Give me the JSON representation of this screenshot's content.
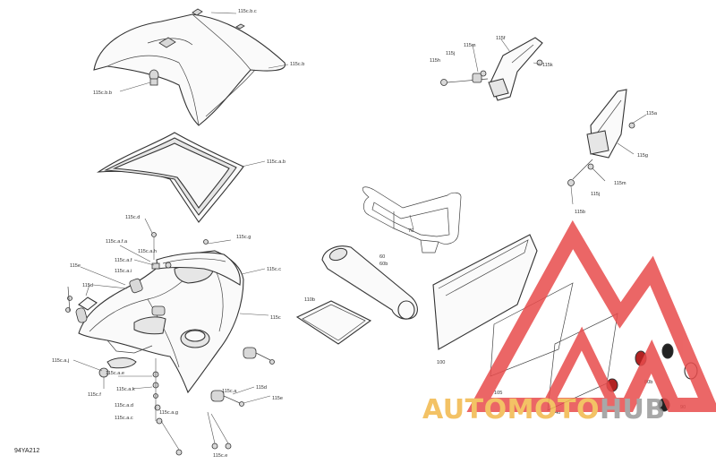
{
  "drawing_code": "94YA212",
  "callouts": [
    {
      "id": "c1",
      "text": "115c.b.c"
    },
    {
      "id": "c2",
      "text": "115c.b"
    },
    {
      "id": "c3",
      "text": "115c.b.b"
    },
    {
      "id": "c4",
      "text": "115c.a.b"
    },
    {
      "id": "c5",
      "text": "115c.d"
    },
    {
      "id": "c6",
      "text": "115c.a.f.a"
    },
    {
      "id": "c7",
      "text": "115c.a.h"
    },
    {
      "id": "c8",
      "text": "115c.g"
    },
    {
      "id": "c9",
      "text": "115c.a.f"
    },
    {
      "id": "c10",
      "text": "115c.a.i"
    },
    {
      "id": "c11",
      "text": "115e"
    },
    {
      "id": "c12",
      "text": "115d"
    },
    {
      "id": "c13",
      "text": "115c.c"
    },
    {
      "id": "c14",
      "text": "115c"
    },
    {
      "id": "c15",
      "text": "115c.a.j"
    },
    {
      "id": "c16",
      "text": "115c.a.e"
    },
    {
      "id": "c17",
      "text": "115c.f"
    },
    {
      "id": "c18",
      "text": "115c.a.k"
    },
    {
      "id": "c19",
      "text": "115c.a.d"
    },
    {
      "id": "c20",
      "text": "115c.a.c"
    },
    {
      "id": "c21",
      "text": "115c.a.g"
    },
    {
      "id": "c22",
      "text": "115c.e"
    },
    {
      "id": "c23",
      "text": "115c.a"
    },
    {
      "id": "c24",
      "text": "115d"
    },
    {
      "id": "c25",
      "text": "115e"
    },
    {
      "id": "c26",
      "text": "115f"
    },
    {
      "id": "c27",
      "text": "115m"
    },
    {
      "id": "c28",
      "text": "115j"
    },
    {
      "id": "c29",
      "text": "115h"
    },
    {
      "id": "c30",
      "text": "115k"
    },
    {
      "id": "c31",
      "text": "115a"
    },
    {
      "id": "c32",
      "text": "115g"
    },
    {
      "id": "c33",
      "text": "115m"
    },
    {
      "id": "c34",
      "text": "115j"
    },
    {
      "id": "c35",
      "text": "115b"
    },
    {
      "id": "c36",
      "text": "70"
    },
    {
      "id": "c37",
      "text": "60"
    },
    {
      "id": "c38",
      "text": "60b"
    },
    {
      "id": "c39",
      "text": "110b"
    },
    {
      "id": "c40",
      "text": "100"
    },
    {
      "id": "c41",
      "text": "105"
    },
    {
      "id": "c42",
      "text": "80b"
    },
    {
      "id": "c43",
      "text": "90"
    },
    {
      "id": "c44",
      "text": "40"
    }
  ],
  "watermark": {
    "text_red": "AUTOMOTO",
    "text_gray": "HUB",
    "color_red": "#e84c4c",
    "color_yellow": "#f2b84b",
    "color_gray": "#9a9a9a"
  }
}
